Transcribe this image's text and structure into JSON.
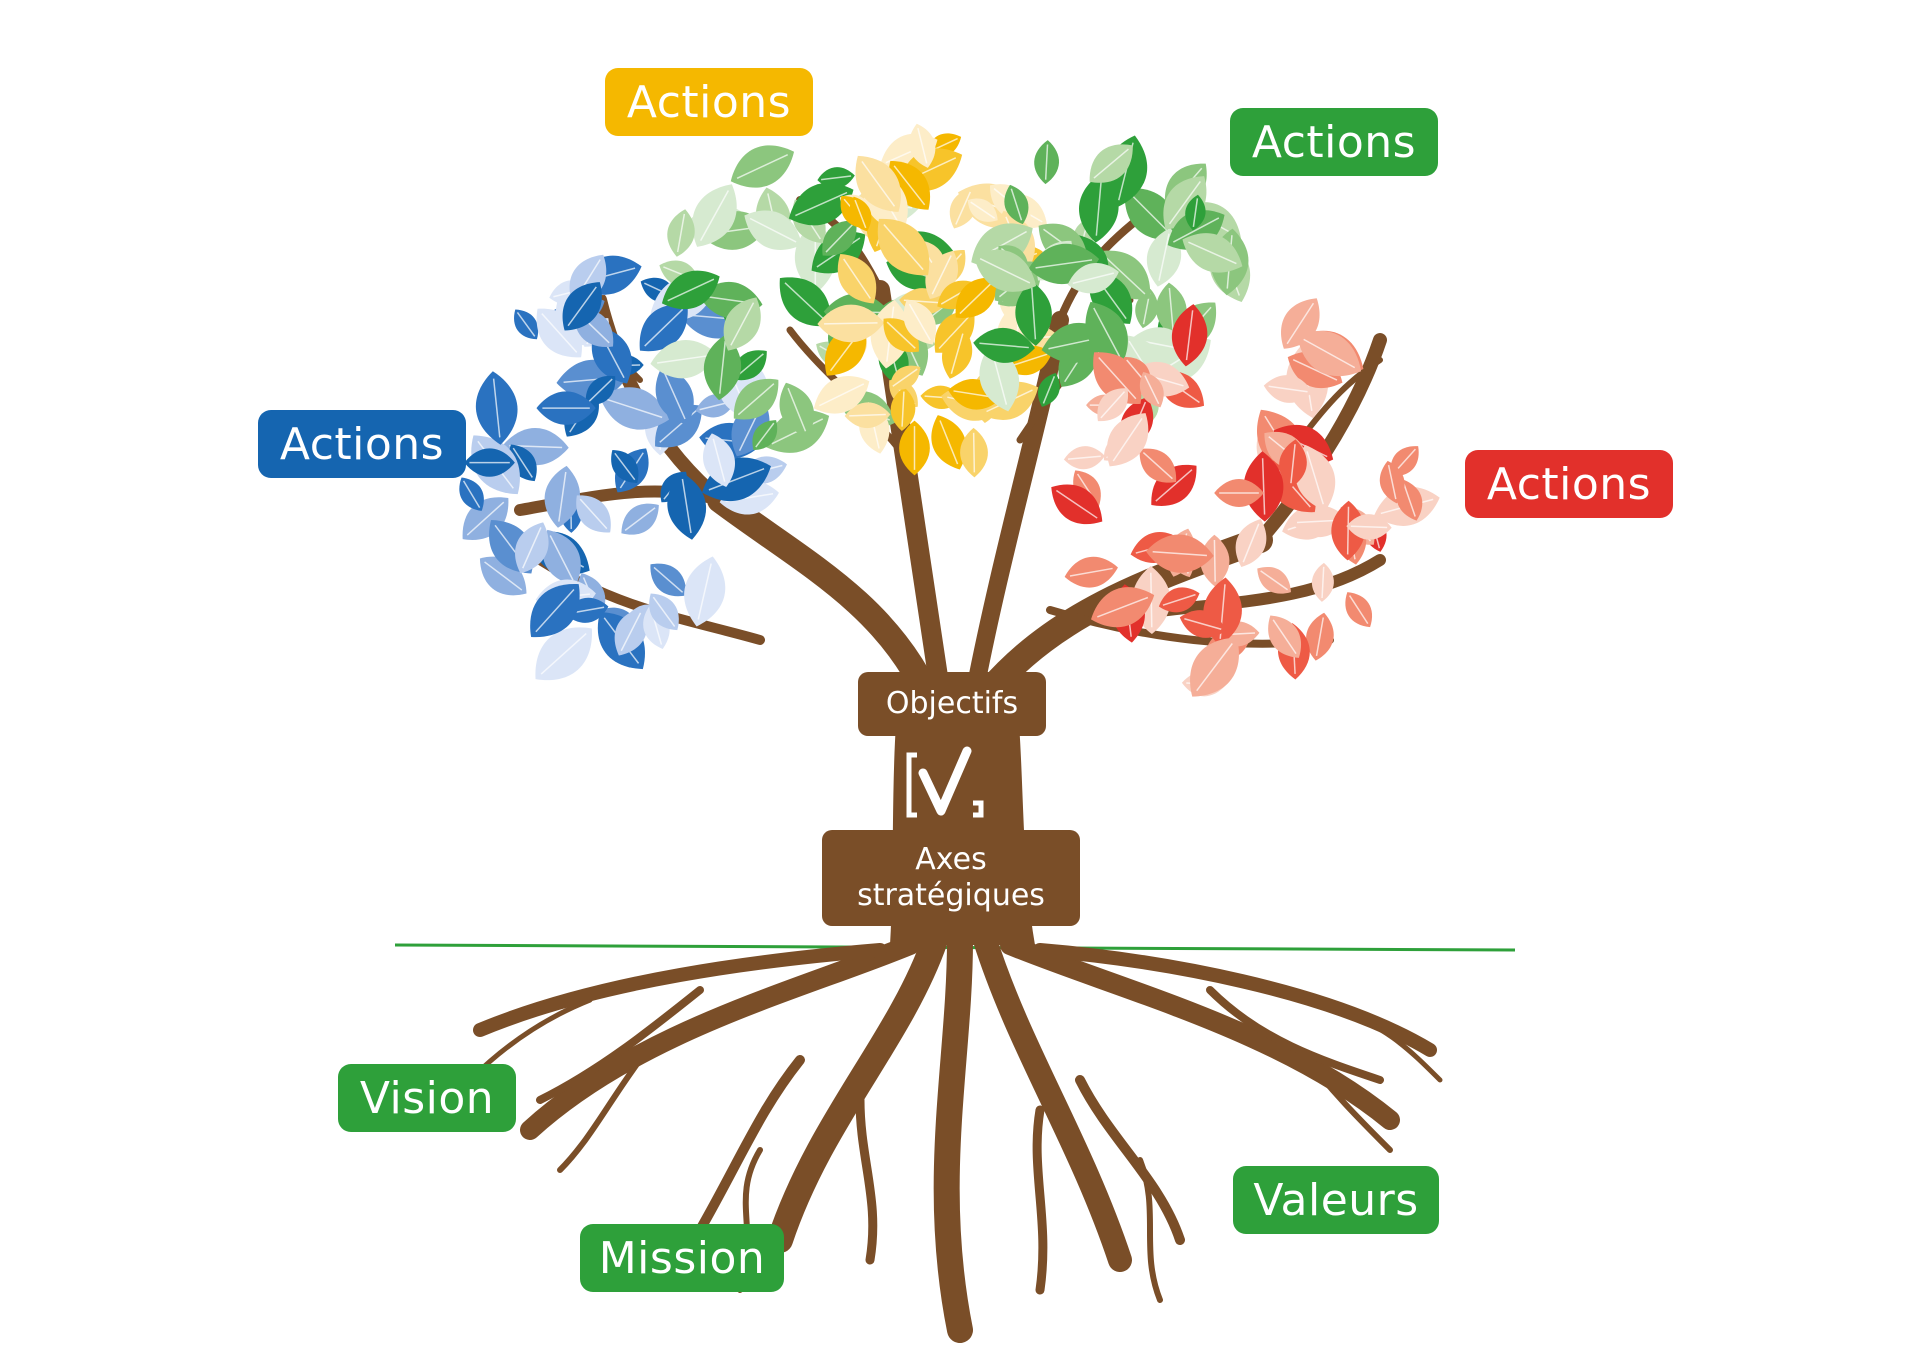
{
  "colors": {
    "bark": "#7a4e28",
    "ground": "#2ea03a",
    "blue": "#1565b0",
    "yellow": "#f5b800",
    "green": "#2ea03a",
    "red": "#e2302b"
  },
  "labels": {
    "actions_yellow": "Actions",
    "actions_green": "Actions",
    "actions_blue": "Actions",
    "actions_red": "Actions",
    "objectifs": "Objectifs",
    "axes_line1": "Axes",
    "axes_line2": "stratégiques",
    "vision": "Vision",
    "mission": "Mission",
    "valeurs": "Valeurs"
  },
  "icons": {
    "trunk_logo": "bracket-checkmark-icon"
  }
}
